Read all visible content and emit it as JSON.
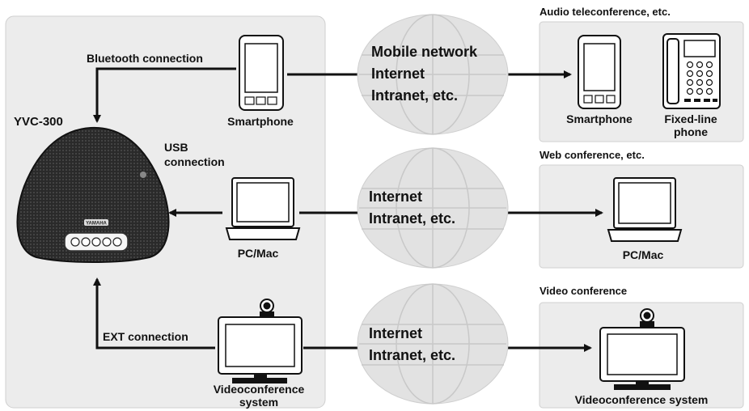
{
  "device": {
    "name": "YVC-300",
    "bluetooth_label": "Bluetooth connection",
    "usb_label": [
      "USB",
      "connection"
    ],
    "ext_label": "EXT connection",
    "brand": "YAMAHA"
  },
  "local": {
    "smartphone_label": "Smartphone",
    "pc_label": "PC/Mac",
    "video_label": [
      "Videoconference",
      "system"
    ]
  },
  "networks": [
    {
      "lines": [
        "Mobile network",
        "Internet",
        "Intranet, etc."
      ]
    },
    {
      "lines": [
        "Internet",
        "Intranet, etc."
      ]
    },
    {
      "lines": [
        "Internet",
        "Intranet, etc."
      ]
    }
  ],
  "remote": {
    "audio": {
      "title": "Audio teleconference, etc.",
      "smartphone_label": "Smartphone",
      "phone_label": [
        "Fixed-line",
        "phone"
      ]
    },
    "web": {
      "title": "Web conference, etc.",
      "pc_label": "PC/Mac"
    },
    "video": {
      "title": "Video conference",
      "system_label": "Videoconference system"
    }
  },
  "colors": {
    "panel": "#ececec",
    "panel_border": "#cfcfcf",
    "globe": "#e2e2e2",
    "line": "#111111"
  }
}
